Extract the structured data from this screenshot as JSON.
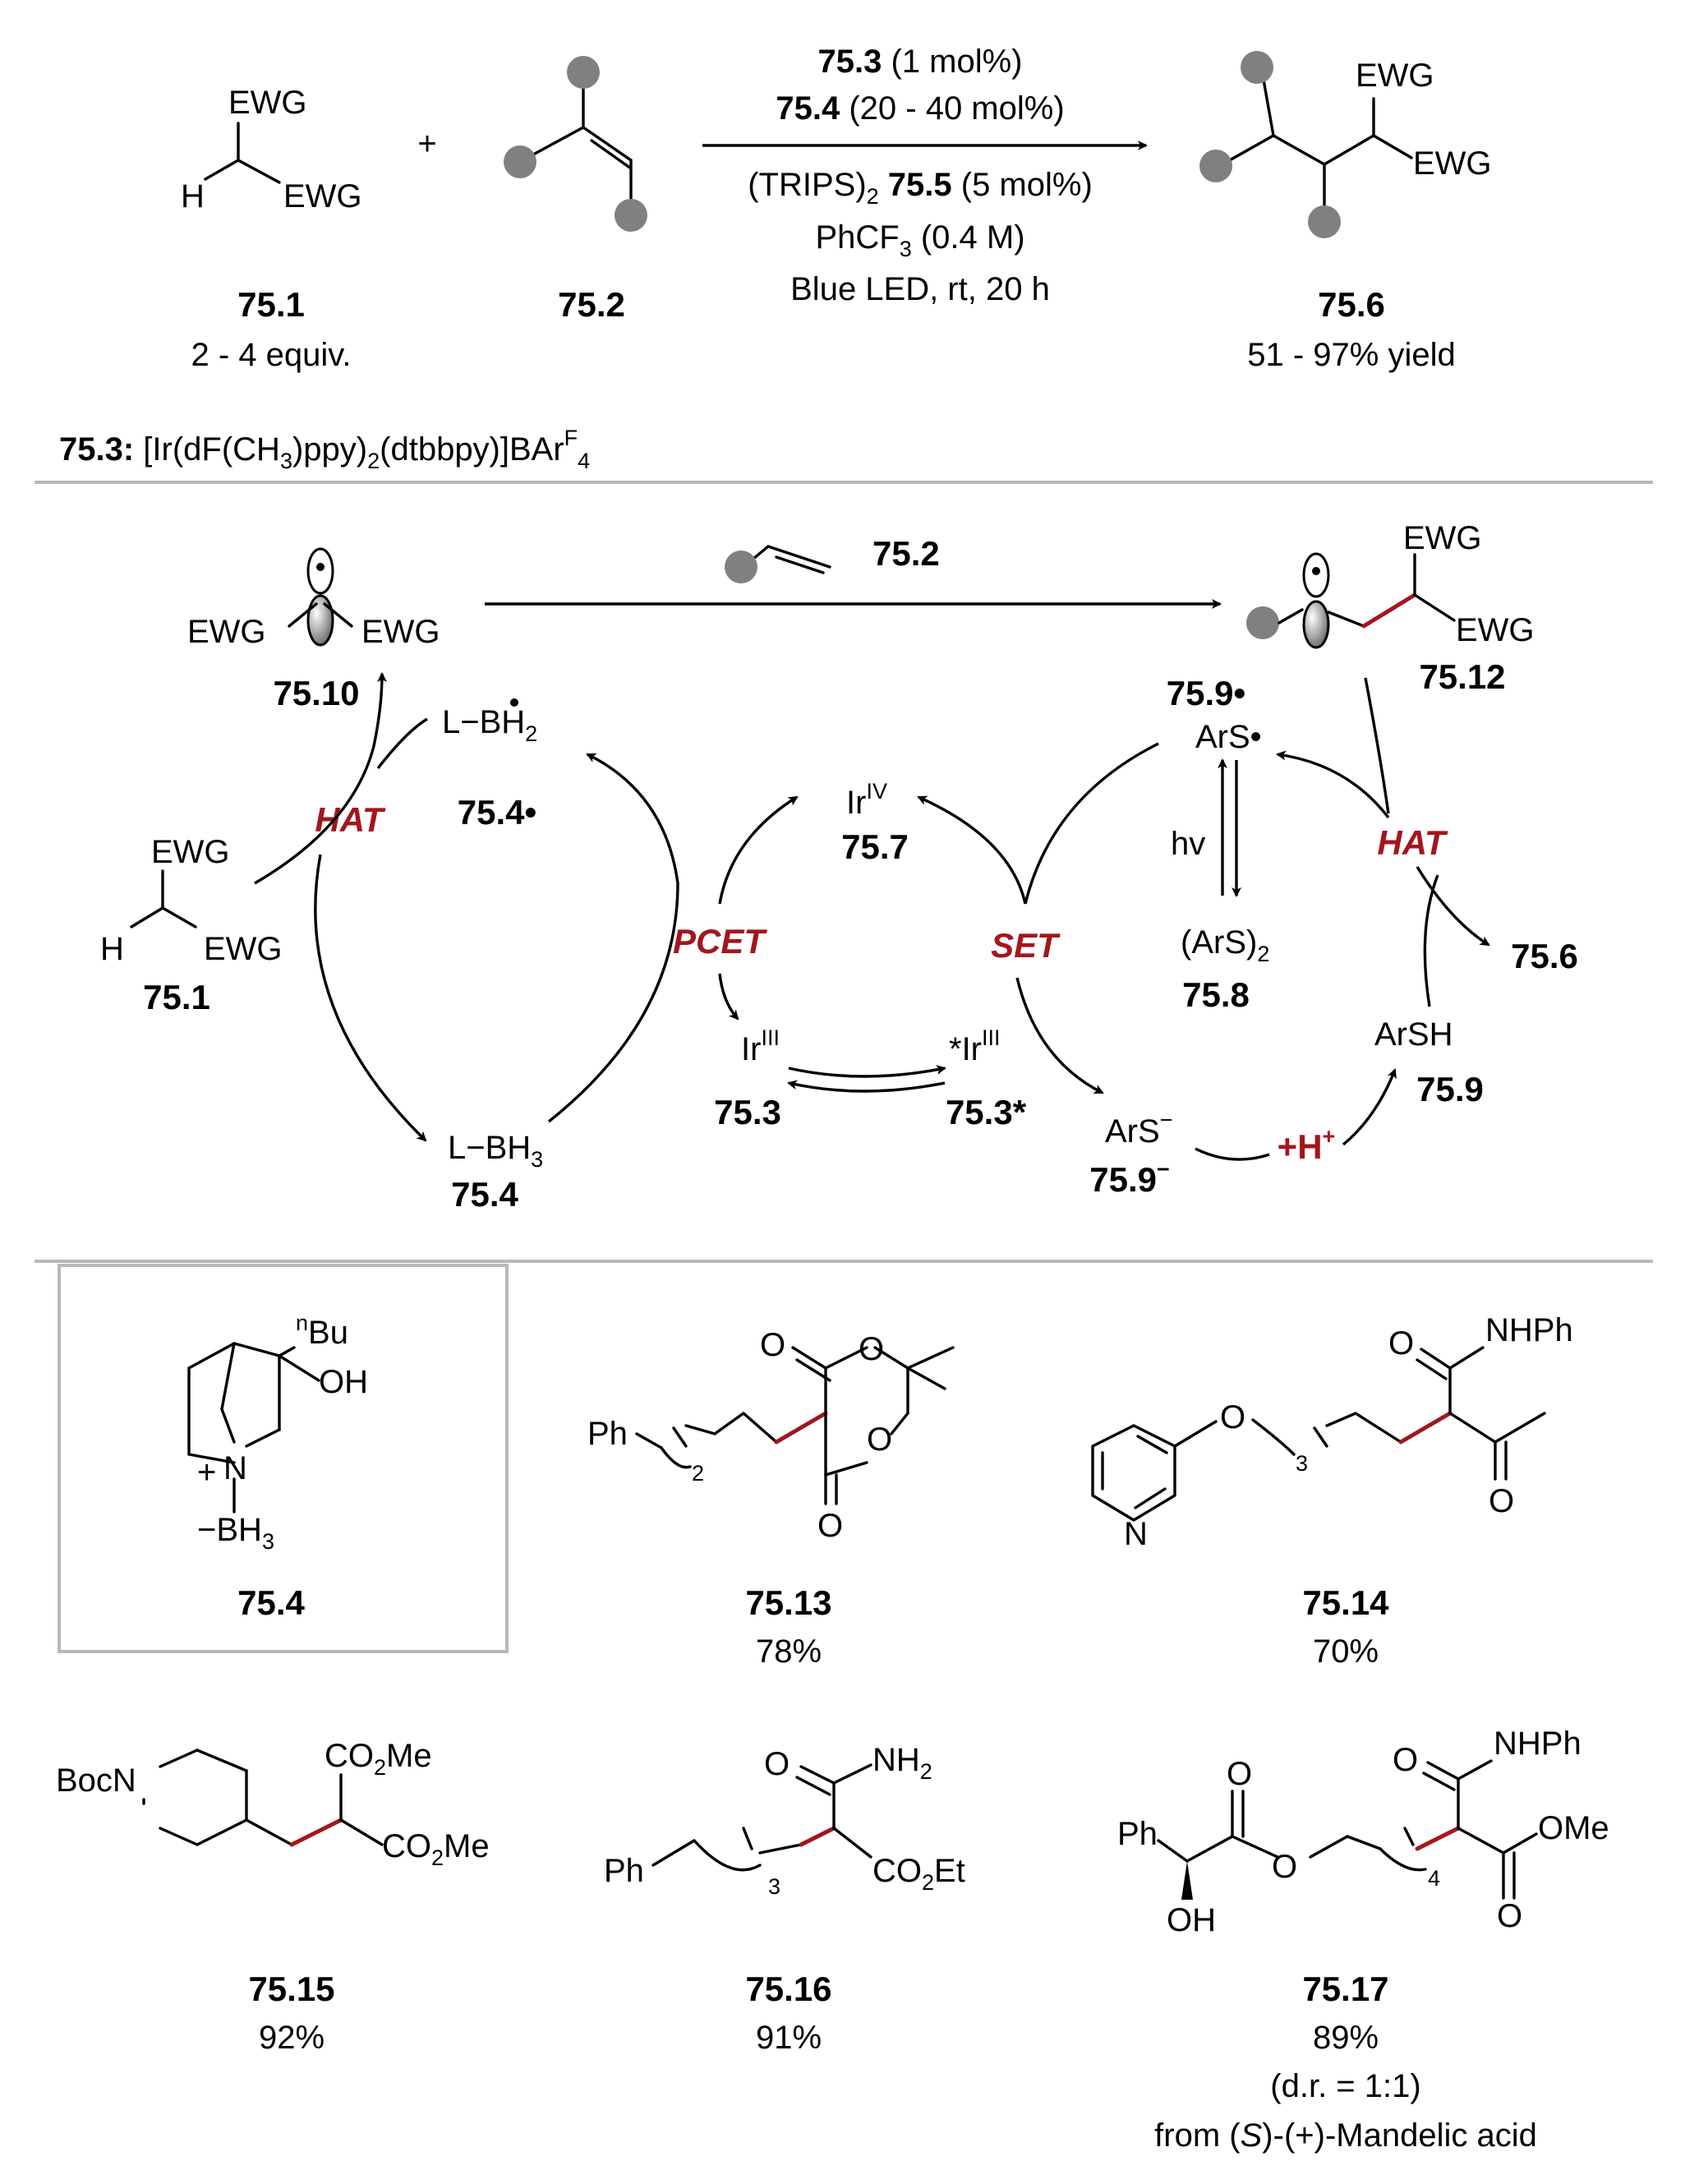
{
  "reaction": {
    "conditions": [
      "75.3 (1 mol%)",
      "75.4 (20 - 40 mol%)",
      "(TRIPS)2 75.5 (5 mol%)",
      "PhCF3 (0.4 M)",
      "Blue LED, rt, 20  h"
    ],
    "reactant1": {
      "id": "75.1",
      "note": "2 - 4 equiv."
    },
    "reactant2": {
      "id": "75.2"
    },
    "product": {
      "id": "75.6",
      "note": "51 - 97% yield"
    },
    "catalyst_def": "75.3: [Ir(dF(CH3)ppy)2(dtbbpy)]BArF4",
    "plus": "+",
    "ewg": "EWG",
    "h": "H"
  },
  "mechanism": {
    "labels": {
      "hat": "HAT",
      "pcet": "PCET",
      "set": "SET",
      "proton": "+H+",
      "hv": "hv",
      "arS_radical": "ArS•",
      "arS2": "(ArS)2",
      "arSH": "ArSH",
      "arS_anion": "ArS−",
      "ir3": "IrIII",
      "ir3_star": "*IrIII",
      "ir4": "IrIV",
      "l_bh3": "L−BH3",
      "l_bh2": "L−BH2"
    },
    "ids": {
      "c10": "75.10",
      "c12": "75.12",
      "c2": "75.2",
      "c1": "75.1",
      "c4rad": "75.4•",
      "c4": "75.4",
      "c7": "75.7",
      "c3": "75.3",
      "c3star": "75.3*",
      "c8": "75.8",
      "c9rad": "75.9•",
      "c9": "75.9",
      "c9anion": "75.9−",
      "c6": "75.6"
    }
  },
  "examples": [
    {
      "id": "75.4",
      "yield": ""
    },
    {
      "id": "75.13",
      "yield": "78%"
    },
    {
      "id": "75.14",
      "yield": "70%"
    },
    {
      "id": "75.15",
      "yield": "92%"
    },
    {
      "id": "75.16",
      "yield": "91%"
    },
    {
      "id": "75.17",
      "yield": "89%",
      "note1": "(d.r. = 1:1)",
      "note2": "from (S)-(+)-Mandelic acid"
    }
  ],
  "atoms": {
    "nBu": "nBu",
    "OH": "OH",
    "N": "N",
    "BH3": "BH3",
    "Ph": "Ph",
    "O": "O",
    "NHPh": "NHPh",
    "NH2": "NH2",
    "BocN": "BocN",
    "CO2Me": "CO2Me",
    "CO2Et": "CO2Et",
    "OMe": "OMe",
    "sub2": "2",
    "sub3": "3",
    "sub4": "4"
  },
  "colors": {
    "accent_red": "#a3161d",
    "substituent_grey": "#808080",
    "separator": "#b8b8b8"
  }
}
